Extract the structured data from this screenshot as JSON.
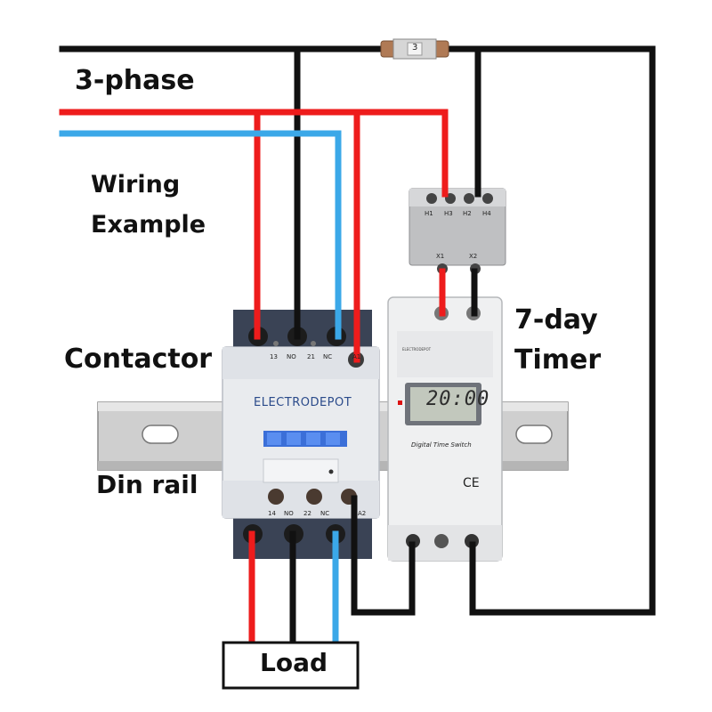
{
  "title": {
    "phase": "3-phase",
    "wiring_line1": "Wiring",
    "wiring_line2": "Example"
  },
  "labels": {
    "contactor": "Contactor",
    "din_rail": "Din rail",
    "timer_line1": "7-day",
    "timer_line2": "Timer",
    "load": "Load"
  },
  "contactor": {
    "brand": "ELECTRODEPOT",
    "top_terminals": [
      "13",
      "NO",
      "21",
      "NC",
      "A1"
    ],
    "bottom_terminals": [
      "14",
      "NO",
      "22",
      "NC",
      "A2"
    ]
  },
  "timer": {
    "model_text": "ELECTRODEPOT",
    "display": "20:00",
    "product_name": "Digital Time Switch",
    "mark": "CE"
  },
  "transformer": {
    "top_terminals": [
      "H1",
      "H3",
      "H2",
      "H4"
    ],
    "bottom_terminals": [
      "X1",
      "X2"
    ]
  },
  "fuse": {
    "marking": "3"
  },
  "colors": {
    "phase_red": "#ee1c1c",
    "phase_blue": "#3ba8e8",
    "neutral_black": "#111111",
    "din_rail": "#c9c9c9",
    "contactor_body": "#e9ebee",
    "contactor_base": "#3a4355"
  }
}
